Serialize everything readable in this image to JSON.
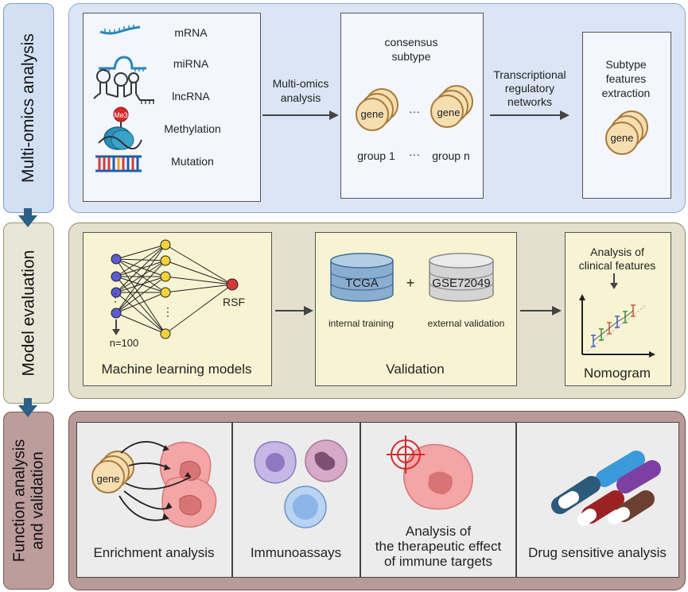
{
  "sections": {
    "multiomics": "Multi-omics analysis",
    "model": "Model evaluation",
    "function_line1": "Function analysis",
    "function_line2": "and validation"
  },
  "omics": [
    "mRNA",
    "miRNA",
    "lncRNA",
    "Methylation",
    "Mutation"
  ],
  "me3": "Me3",
  "arrow1": [
    "Multi-omics",
    "analysis"
  ],
  "consensus": [
    "consensus",
    "subtype"
  ],
  "gene": "gene",
  "dots": "···",
  "group1": "group 1",
  "groupn": "group n",
  "arrow2": [
    "Transcriptional",
    "regulatory",
    "networks"
  ],
  "features": [
    "Subtype",
    "features",
    "extraction"
  ],
  "ml": {
    "dots": "⋮",
    "rsf": "RSF",
    "n": "n=100",
    "title": "Machine learning models"
  },
  "validation": {
    "tcga": "TCGA",
    "plus": "+",
    "gse": "GSE72049",
    "internal": "internal training",
    "external": "external validation",
    "title": "Validation"
  },
  "clinical": [
    "Analysis of",
    "clinical features"
  ],
  "nomogram": "Nomogram",
  "bottom": {
    "enrichment": "Enrichment analysis",
    "immuno": "Immunoassays",
    "therapeutic": [
      "Analysis of",
      "the therapeutic effect",
      "of immune targets"
    ],
    "drug": "Drug sensitive analysis"
  },
  "colors": {
    "panel1_bg": "#dbe5f5",
    "panel1_border": "#8ea8cf",
    "panel2_bg": "#e4e0cd",
    "panel2_border": "#8d8868",
    "panel3_bg": "#b89a98",
    "panel3_border": "#6e4e4c",
    "tab1": "#d3e0f4",
    "tab2": "#e8e6d6",
    "tab3": "#bd9c9c",
    "gene_fill": "#f5deb0",
    "gene_stroke": "#a97a3c"
  }
}
